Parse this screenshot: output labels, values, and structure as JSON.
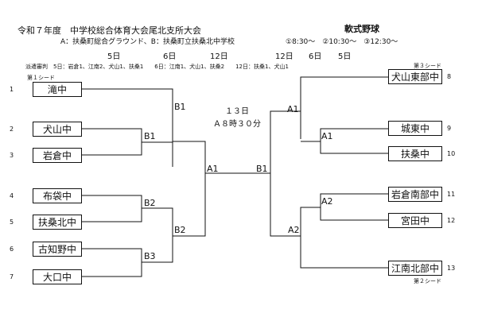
{
  "header": {
    "title": "令和７年度　中学校総合体育大会尾北支所大会",
    "sport": "軟式野球",
    "venue_a": "A：扶桑町総合グラウンド、B：扶桑町立扶桑北中学校",
    "times": "①8:30～　②10:30～　③12:30～",
    "dates_left": [
      "5日",
      "6日",
      "12日"
    ],
    "dates_right": [
      "12日",
      "6日",
      "5日"
    ],
    "umpires": "派遣審判　5日：岩倉1、江南2、犬山1、扶桑1　　6日：江南1、犬山1、扶桑2　　12日：扶桑1、犬山1"
  },
  "seeds": {
    "seed1": "第１シード",
    "seed2": "第２シード",
    "seed3": "第３シード"
  },
  "left_teams": [
    {
      "num": "1",
      "name": "滝中"
    },
    {
      "num": "2",
      "name": "犬山中"
    },
    {
      "num": "3",
      "name": "岩倉中"
    },
    {
      "num": "4",
      "name": "布袋中"
    },
    {
      "num": "5",
      "name": "扶桑北中"
    },
    {
      "num": "6",
      "name": "古知野中"
    },
    {
      "num": "7",
      "name": "大口中"
    }
  ],
  "right_teams": [
    {
      "num": "8",
      "name": "犬山東部中"
    },
    {
      "num": "9",
      "name": "城東中"
    },
    {
      "num": "10",
      "name": "扶桑中"
    },
    {
      "num": "11",
      "name": "岩倉南部中"
    },
    {
      "num": "12",
      "name": "宮田中"
    },
    {
      "num": "13",
      "name": "江南北部中"
    }
  ],
  "games": {
    "l_b1": "B1",
    "l_b2": "B2",
    "l_b3": "B3",
    "l_sf1": "B1",
    "l_sf2": "B2",
    "r_a1": "A1",
    "r_a2": "A2",
    "r_sf1": "A1",
    "r_sf2": "A2",
    "final_a1": "A1",
    "final_b1": "B1"
  },
  "final": {
    "date": "１３日",
    "time": "Ａ８時３０分"
  }
}
